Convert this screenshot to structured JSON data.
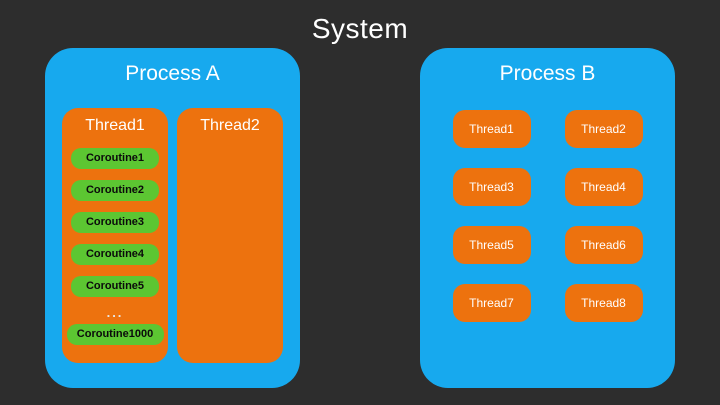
{
  "title": "System",
  "colors": {
    "background": "#2d2d2d",
    "process_fill": "#17a9ee",
    "thread_fill": "#ed720e",
    "coroutine_fill": "#5cc632",
    "text_light": "#ffffff",
    "text_dark": "#0b0b0b"
  },
  "process_a": {
    "label": "Process A",
    "thread1": {
      "label": "Thread1",
      "coroutines": [
        "Coroutine1",
        "Coroutine2",
        "Coroutine3",
        "Coroutine4",
        "Coroutine5"
      ],
      "ellipsis": "...",
      "last_coroutine": "Coroutine1000"
    },
    "thread2": {
      "label": "Thread2"
    }
  },
  "process_b": {
    "label": "Process B",
    "threads": [
      "Thread1",
      "Thread2",
      "Thread3",
      "Thread4",
      "Thread5",
      "Thread6",
      "Thread7",
      "Thread8"
    ]
  }
}
